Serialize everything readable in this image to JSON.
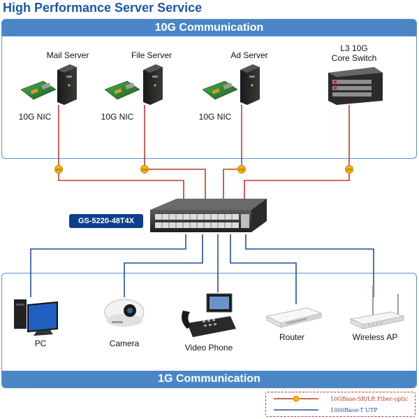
{
  "title": "High Performance Server Service",
  "sections": {
    "top_label": "10G Communication",
    "bottom_label": "1G Communication"
  },
  "servers": [
    {
      "name": "Mail Server",
      "nic": "10G NIC"
    },
    {
      "name": "File Server",
      "nic": "10G NIC"
    },
    {
      "name": "Ad Server",
      "nic": "10G NIC"
    }
  ],
  "core_switch": {
    "line1": "L3 10G",
    "line2": "Core Switch"
  },
  "switch_model": "GS-5220-48T4X",
  "fiber_badge": "10G",
  "clients": [
    "PC",
    "Camera",
    "Video Phone",
    "Router",
    "Wireless AP"
  ],
  "legend": {
    "fiber": "10GBase-SR/LR Fiber-optic",
    "utp": "1000Base-T UTP"
  },
  "colors": {
    "fiber": "#c0392b",
    "utp": "#1f4fa3",
    "bar": "#4a86c6",
    "title": "#1d56a6",
    "badge": "#f5b700"
  }
}
